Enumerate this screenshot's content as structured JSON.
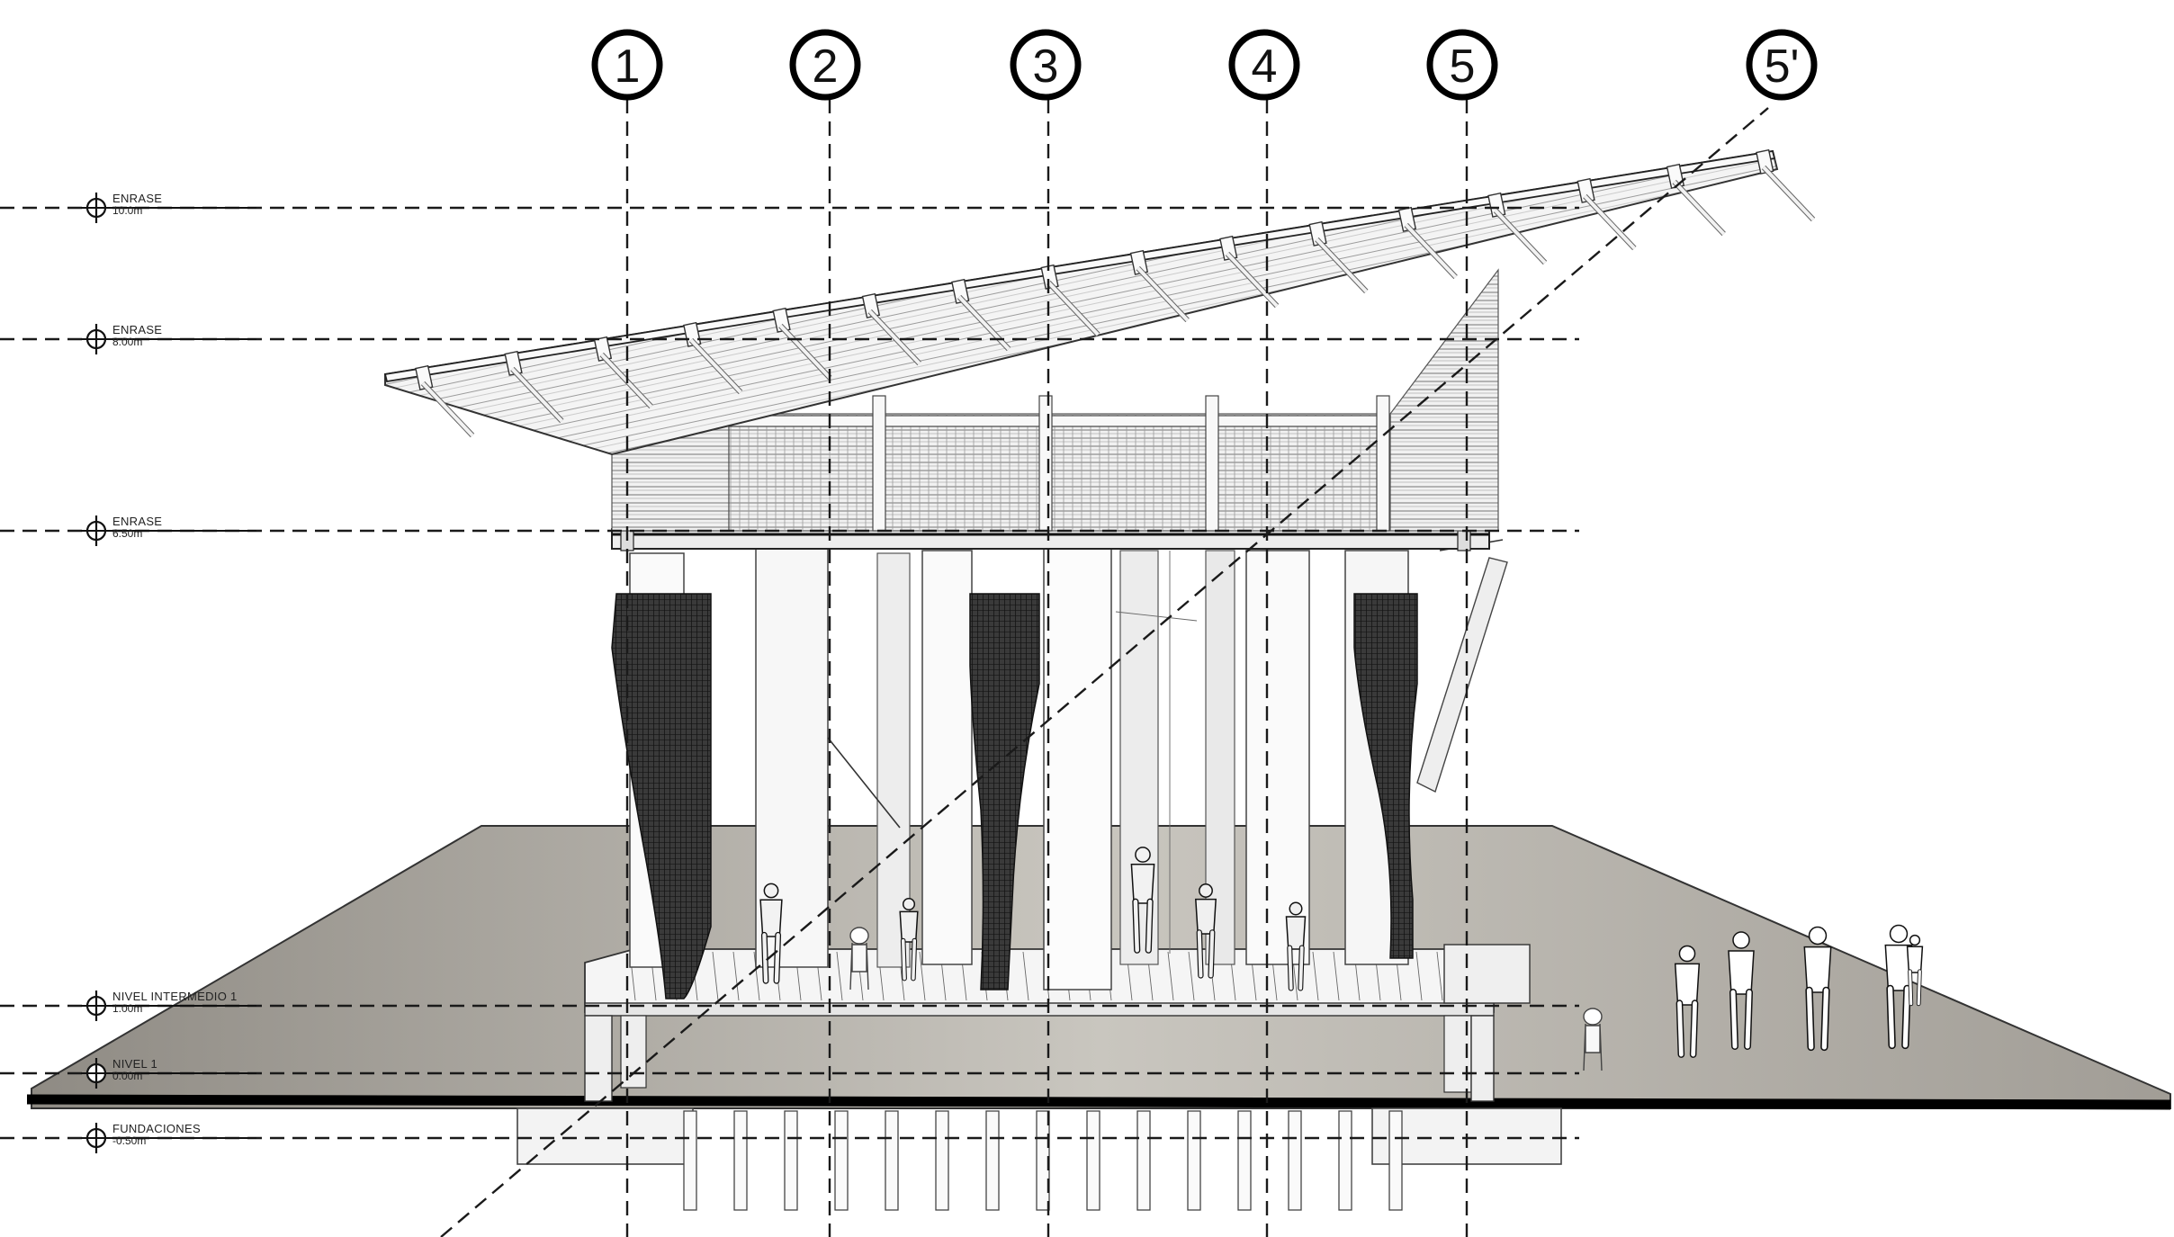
{
  "axes": [
    {
      "id": "1",
      "label": "1"
    },
    {
      "id": "2",
      "label": "2"
    },
    {
      "id": "3",
      "label": "3"
    },
    {
      "id": "4",
      "label": "4"
    },
    {
      "id": "5",
      "label": "5"
    },
    {
      "id": "5p",
      "label": "5'"
    }
  ],
  "levels": [
    {
      "name": "ENRASE",
      "value": "10.0m"
    },
    {
      "name": "ENRASE",
      "value": "8.00m"
    },
    {
      "name": "ENRASE",
      "value": "6.50m"
    },
    {
      "name": "NIVEL INTERMEDIO 1",
      "value": "1.00m"
    },
    {
      "name": "NIVEL 1",
      "value": "0.00m"
    },
    {
      "name": "FUNDACIONES",
      "value": "-0.50m"
    }
  ]
}
